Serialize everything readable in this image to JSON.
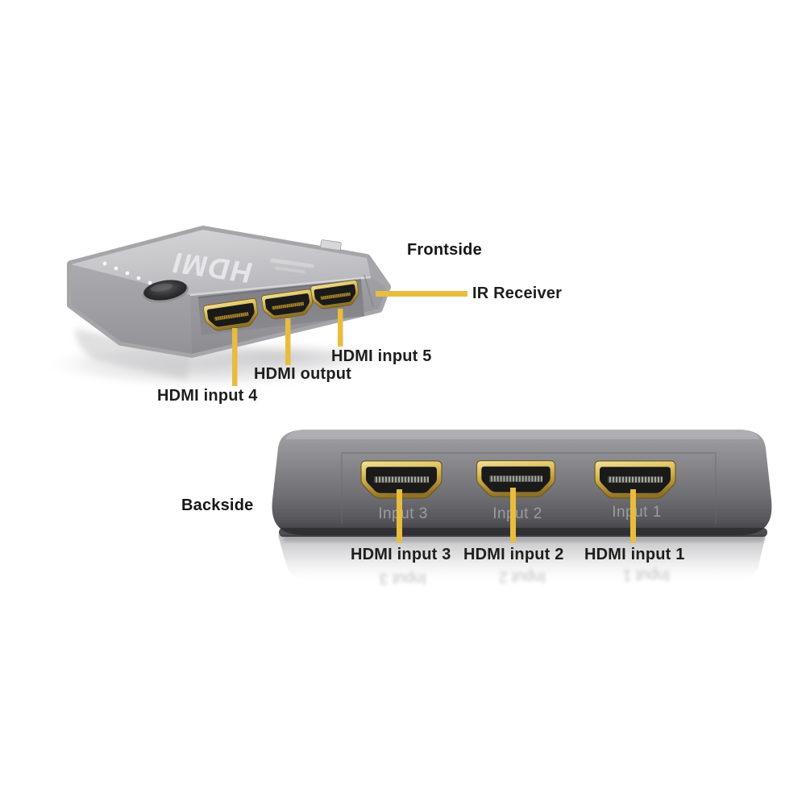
{
  "colors": {
    "accent": "#e8bc3e",
    "gold": "#c9a83e",
    "device_grey": "#9b9ba0"
  },
  "front_view": {
    "title": "Frontside",
    "device_logo": "HDMI",
    "callouts": {
      "ir_receiver": "IR Receiver",
      "hdmi_input_5": "HDMI input 5",
      "hdmi_output": "HDMI output",
      "hdmi_input_4": "HDMI input 4"
    }
  },
  "back_view": {
    "title": "Backside",
    "port_engravings": [
      "Input 3",
      "Input 2",
      "Input 1"
    ],
    "callouts": {
      "hdmi_input_3": "HDMI input 3",
      "hdmi_input_2": "HDMI input 2",
      "hdmi_input_1": "HDMI input 1"
    }
  }
}
